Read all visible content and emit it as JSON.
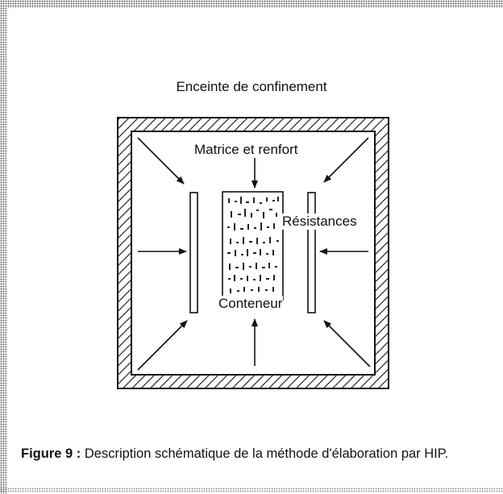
{
  "diagram": {
    "title": "Enceinte de confinement",
    "labels": {
      "matrice": "Matrice et renfort",
      "resistances": "Résistances",
      "conteneur": "Conteneur"
    }
  },
  "caption": {
    "figure_label": "Figure 9 :",
    "text": "Description schématique de la méthode d'élaboration par HIP."
  }
}
